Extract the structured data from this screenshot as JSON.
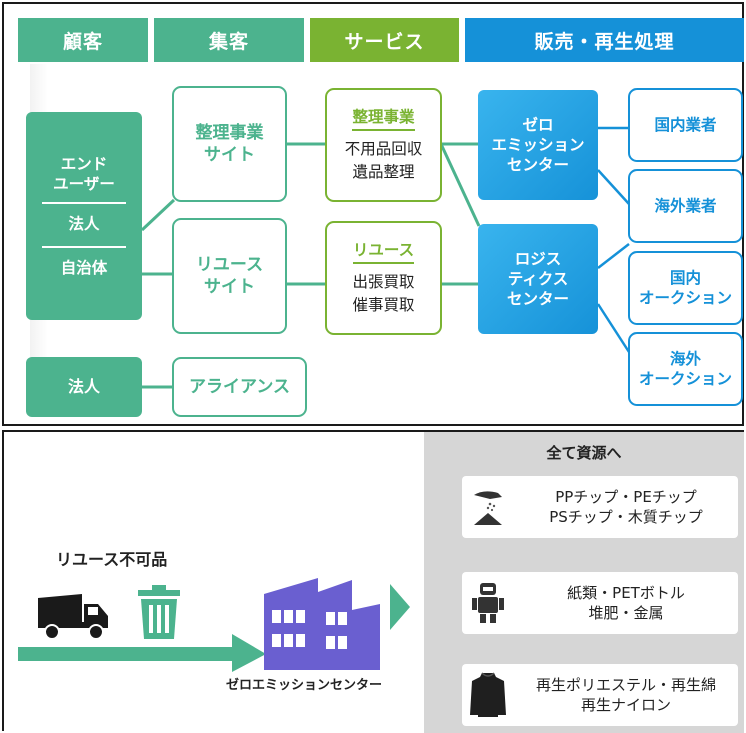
{
  "headers": {
    "customer": "顧客",
    "attract": "集客",
    "service": "サービス",
    "sales": "販売・再生処理"
  },
  "customers": {
    "end_user": "エンド\nユーザー",
    "corporation": "法人",
    "municipality": "自治体",
    "corporation2": "法人"
  },
  "sites": {
    "seiri_site": "整理事業\nサイト",
    "reuse_site": "リユース\nサイト",
    "alliance": "アライアンス"
  },
  "services": {
    "seiri": {
      "title": "整理事業",
      "lines": "不用品回収\n遺品整理"
    },
    "reuse": {
      "title": "リユース",
      "lines": "出張買取\n催事買取"
    }
  },
  "centers": {
    "zero": "ゼロ\nエミッション\nセンター",
    "logistics": "ロジス\nティクス\nセンター"
  },
  "outlets": {
    "domestic_dealer": "国内業者",
    "overseas_dealer": "海外業者",
    "domestic_auction": "国内\nオークション",
    "overseas_auction": "海外\nオークション"
  },
  "bottom": {
    "resources_title": "全て資源へ",
    "non_reusable": "リユース不可品",
    "zero_center": "ゼロエミッションセンター",
    "cards": [
      {
        "icon": "chips-icon",
        "text": "PPチップ・PEチップ\nPSチップ・木質チップ"
      },
      {
        "icon": "robot-icon",
        "text": "紙類・PETボトル\n堆肥・金属"
      },
      {
        "icon": "jacket-icon",
        "text": "再生ポリエステル・再生綿\n再生ナイロン"
      }
    ]
  },
  "colors": {
    "green": "#4cb38e",
    "lime": "#7ab332",
    "blue": "#1591d8",
    "factory": "#6a5fd0",
    "panel_gray": "#d6d6d6"
  }
}
